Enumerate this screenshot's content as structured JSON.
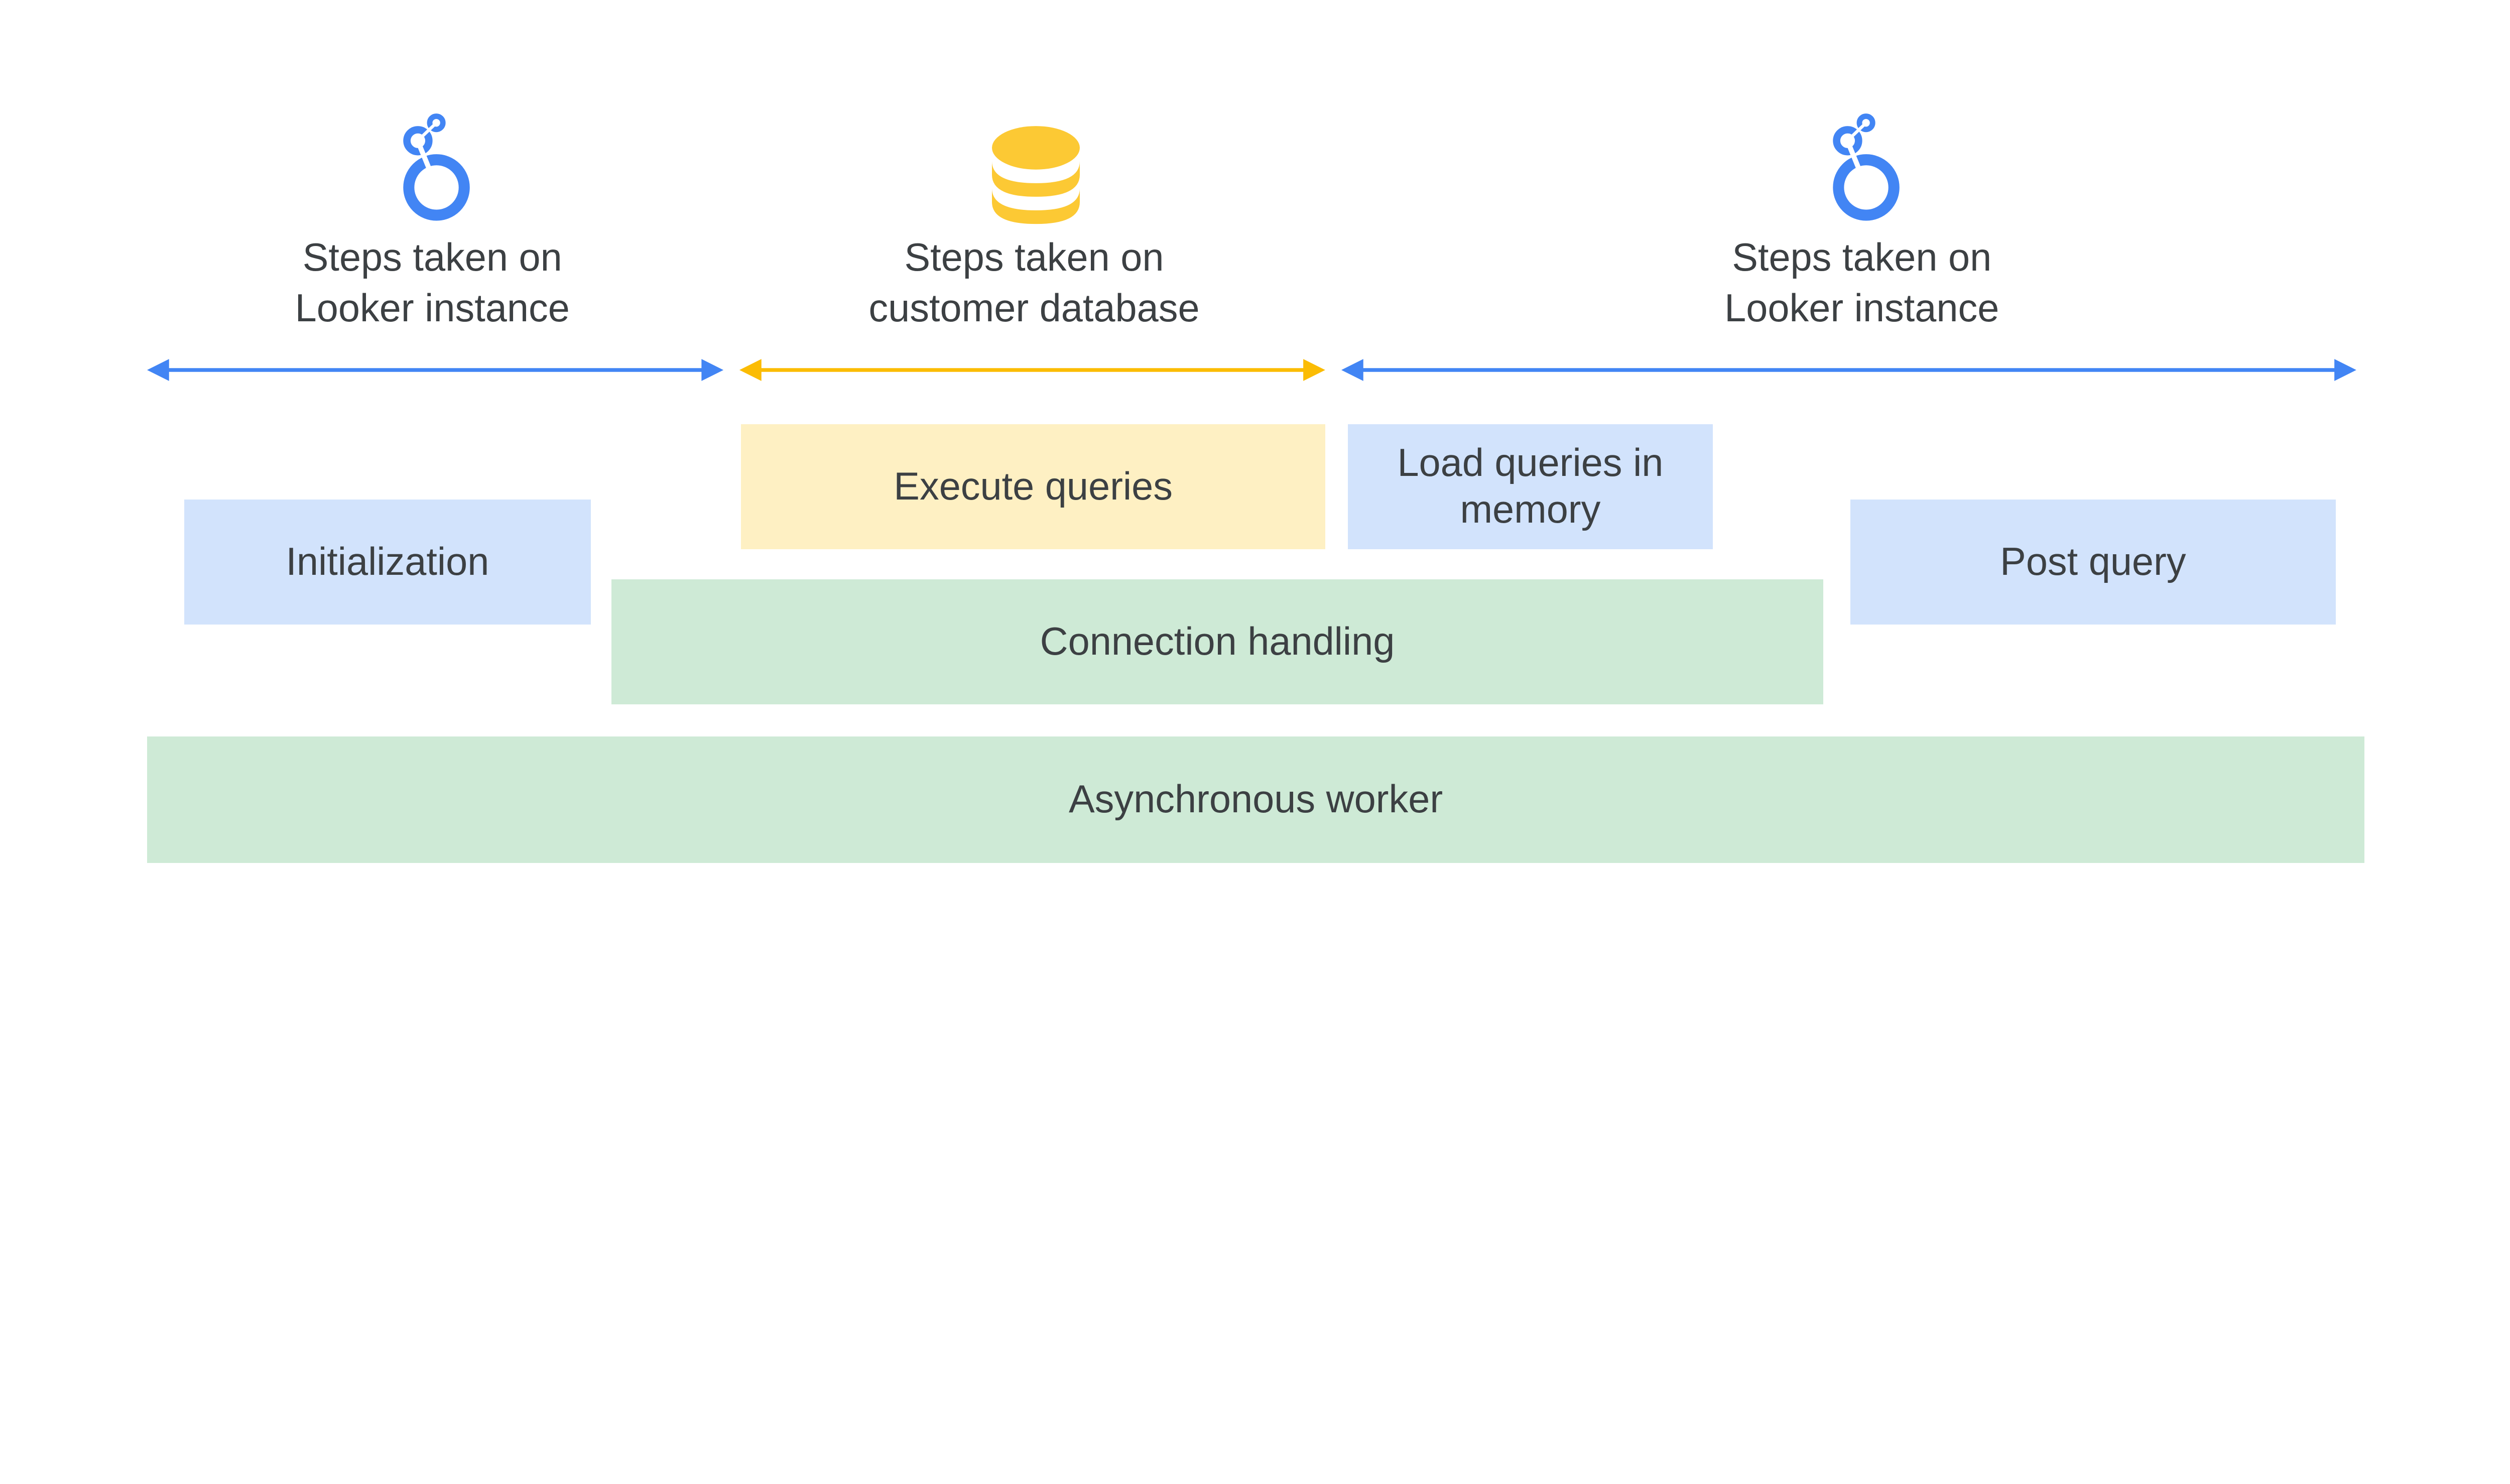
{
  "colors": {
    "looker_blue": "#4285f4",
    "database_yellow": "#fcc934",
    "box_blue": "#d2e3fc",
    "box_yellow": "#fef0c3",
    "box_green": "#ceead6",
    "text": "#3c4043"
  },
  "sections": [
    {
      "icon": "looker-logo-icon",
      "line1": "Steps taken on",
      "line2": "Looker instance"
    },
    {
      "icon": "database-icon",
      "line1": "Steps taken on",
      "line2": "customer database"
    },
    {
      "icon": "looker-logo-icon",
      "line1": "Steps taken on",
      "line2": "Looker instance"
    }
  ],
  "boxes": {
    "initialization": "Initialization",
    "execute_queries": "Execute queries",
    "load_queries": "Load queries in memory",
    "post_query": "Post query",
    "connection_handling": "Connection handling",
    "async_worker": "Asynchronous worker"
  }
}
